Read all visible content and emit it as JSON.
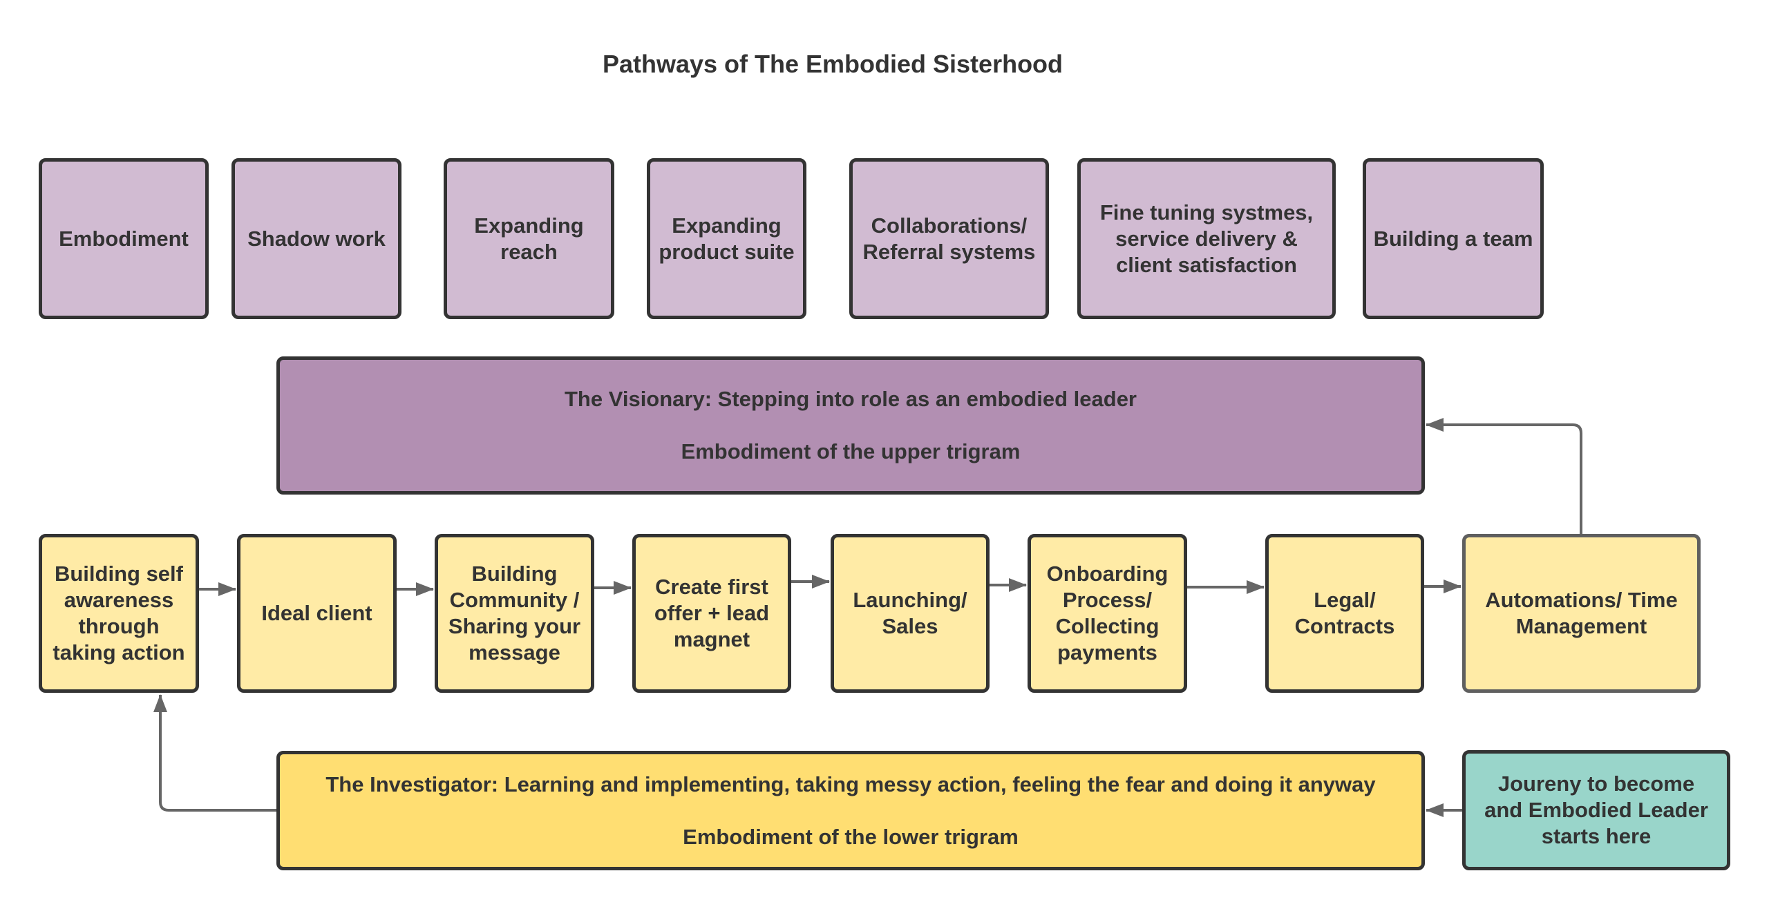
{
  "title": "Pathways of The Embodied Sisterhood",
  "colors": {
    "pathway_fill": "#D1BBD2",
    "visionary_fill": "#B28FB2",
    "step_fill": "#FFEBA6",
    "investigator_fill": "#FFDE72",
    "start_fill": "#99D5CA",
    "border": "#333333",
    "connector": "#666666"
  },
  "pathways": [
    {
      "label": "Embodiment"
    },
    {
      "label": "Shadow work"
    },
    {
      "label": "Expanding\nreach"
    },
    {
      "label": "Expanding\nproduct suite"
    },
    {
      "label": "Collaborations/\nReferral systems"
    },
    {
      "label": "Fine tuning systmes,\nservice delivery &\nclient satisfaction"
    },
    {
      "label": "Building a team"
    }
  ],
  "visionary": {
    "line1": "The Visionary: Stepping into role as an embodied leader",
    "line2": "Embodiment of the upper trigram"
  },
  "steps": [
    {
      "label": "Building self\nawareness\nthrough\ntaking action"
    },
    {
      "label": "Ideal client"
    },
    {
      "label": "Building\nCommunity /\nSharing your\nmessage"
    },
    {
      "label": "Create first\noffer + lead\nmagnet"
    },
    {
      "label": "Launching/\nSales"
    },
    {
      "label": "Onboarding\nProcess/\nCollecting\npayments"
    },
    {
      "label": "Legal/\nContracts"
    },
    {
      "label": "Automations/ Time\nManagement"
    }
  ],
  "investigator": {
    "line1": "The Investigator: Learning and implementing, taking messy action, feeling the fear and doing it anyway",
    "line2": "Embodiment of the lower trigram"
  },
  "start": {
    "label": "Joureny to become\nand Embodied Leader\nstarts here"
  },
  "connectors": [
    {
      "from": "start",
      "to": "investigator"
    },
    {
      "from": "investigator",
      "to": "step-1"
    },
    {
      "from": "step-1",
      "to": "step-2"
    },
    {
      "from": "step-2",
      "to": "step-3"
    },
    {
      "from": "step-3",
      "to": "step-4"
    },
    {
      "from": "step-4",
      "to": "step-5"
    },
    {
      "from": "step-5",
      "to": "step-6"
    },
    {
      "from": "step-6",
      "to": "step-7"
    },
    {
      "from": "step-7",
      "to": "step-8"
    },
    {
      "from": "step-8",
      "to": "visionary"
    }
  ]
}
